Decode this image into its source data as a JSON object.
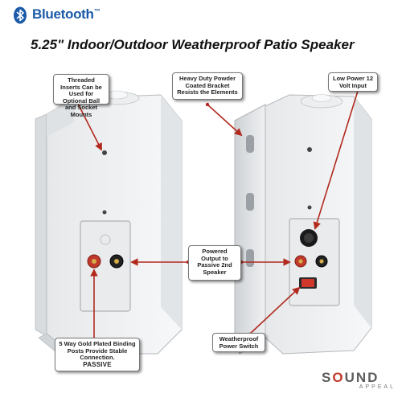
{
  "brand": {
    "bluetooth_label": "Bluetooth",
    "bluetooth_tm": "™",
    "bluetooth_color": "#1b5aa8",
    "logo_main_prefix": "S",
    "logo_main_o": "O",
    "logo_main_suffix": "UND",
    "logo_sub": "APPEAL",
    "accent_color": "#c23a2a"
  },
  "headline": "5.25\" Indoor/Outdoor Weatherproof Patio Speaker",
  "callouts": {
    "threaded_inserts": "Threaded Inserts Can be Used for Optional Ball and Socket Mounts",
    "bracket": "Heavy Duty Powder Coated Bracket Resists the Elements",
    "low_power": "Low Power 12 Volt Input",
    "powered_output": "Powered Output to Passive 2nd Speaker",
    "binding_posts": "5 Way Gold Plated Binding Posts Provide Stable Connection.",
    "binding_posts_strong": "PASSIVE",
    "power_switch": "Weatherproof Power Switch"
  },
  "icons": {
    "bluetooth": "bluetooth-icon",
    "speaker_left": "passive-speaker-image",
    "speaker_right": "active-speaker-image"
  }
}
